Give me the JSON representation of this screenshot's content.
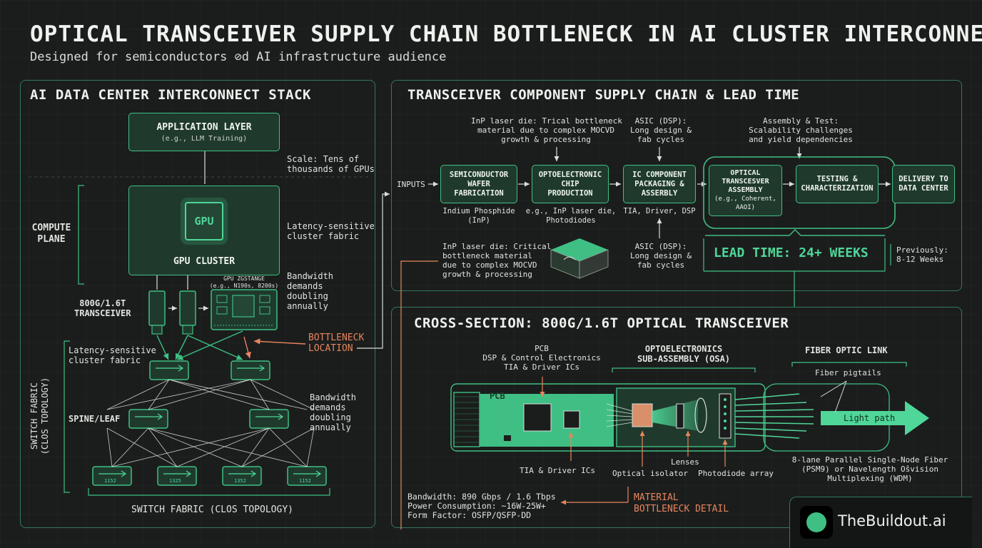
{
  "header": {
    "title": "OPTICAL TRANSCEIVER SUPPLY CHAIN BOTTLENECK IN AI CLUSTER INTERCONNECT",
    "subtitle": "Designed for semiconductors ⊘d AI infrastructure audience"
  },
  "left_panel": {
    "title": "AI DATA CENTER INTERCONNECT STACK",
    "app_layer_title": "APPLICATION LAYER",
    "app_layer_sub": "(e.g., LLM Training)",
    "scale_1": "Scale: Tens of",
    "scale_2": "thousands of GPUs",
    "compute_plane_1": "COMPUTE",
    "compute_plane_2": "PLANE",
    "gpu_chip": "GPU",
    "gpu_cluster": "GPU CLUSTER",
    "latency_1": "Latency-sensitive",
    "latency_2": "cluster fabric",
    "bandwidth_1": "Bandwidth",
    "bandwidth_2": "demands",
    "bandwidth_3": "doubling",
    "bandwidth_4": "annually",
    "transceiver_1": "800G/1.6T",
    "transceiver_2": "TRANSCEIVER",
    "gpu_storage_1": "GPU ZGSTANGE",
    "gpu_storage_2": "(e.g., N190s, 8200s)",
    "bottleneck_1": "BOTTLENECK",
    "bottleneck_2": "LOCATION",
    "latency_b_1": "Latency-sensitive",
    "latency_b_2": "cluster fabric",
    "bandwidth_b_1": "Bandwidth",
    "bandwidth_b_2": "demands",
    "bandwidth_b_3": "doubling",
    "bandwidth_b_4": "annually",
    "spine_leaf": "SPINE/LEAF",
    "switch_vertical_1": "SWITCH FABRIC",
    "switch_vertical_2": "(CLOS TOPOLOGY)",
    "switch_caption": "SWITCH FABRIC (CLOS TOPOLOGY)",
    "leaf_labels": [
      "1152",
      "1325",
      "1352",
      "1152"
    ]
  },
  "supply_panel": {
    "title": "TRANSCEIVER COMPONENT SUPPLY CHAIN & LEAD TIME",
    "inputs": "INPUTS",
    "note_top_1": "InP laser die: Trical bottleneck",
    "note_top_2": "material due to complex MOCVD",
    "note_top_3": "growth & processing",
    "asic_top_1": "ASIC (DSP):",
    "asic_top_2": "Long design &",
    "asic_top_3": "fab cycles",
    "assembly_note_1": "Assembly & Test:",
    "assembly_note_2": "Scalability challenges",
    "assembly_note_3": "and yield dependencies",
    "step1": [
      "SEMICONDUCTOR",
      "WAFER",
      "FABRICATION"
    ],
    "step1_sub_1": "Indium Phosphide",
    "step1_sub_2": "(InP)",
    "step2": [
      "OPTOELECTRONIC",
      "CHIP",
      "PRODUCTION"
    ],
    "step2_sub_1": "e.g., InP laser die,",
    "step2_sub_2": "Photodiodes",
    "step3": [
      "IC COMPONENT",
      "PACKAGING &",
      "ASSERBLY"
    ],
    "step3_sub": "TIA, Driver, DSP",
    "step4": [
      "OPTICAL",
      "TRANSCESVER",
      "ASSEMBLY",
      "(e.g., Coherent,",
      "AAOI)"
    ],
    "step5": [
      "TESTING &",
      "CHARACTERIZATION"
    ],
    "step6": [
      "DELIVERY TO",
      "DATA CENTER"
    ],
    "note_bottom_1": "InP laser die: Critical",
    "note_bottom_2": "bottleneck material",
    "note_bottom_3": "due to complex MOCVD",
    "note_bottom_4": "growth & processing",
    "asic_bottom_1": "ASIC (DSP):",
    "asic_bottom_2": "Long design &",
    "asic_bottom_3": "fab cycles",
    "lead_time": "LEAD TIME: 24+ WEEKS",
    "previously_1": "Previously:",
    "previously_2": "8-12 Weeks"
  },
  "cross_panel": {
    "title": "CROSS-SECTION: 800G/1.6T OPTICAL TRANSCEIVER",
    "pcb_head": "PCB",
    "pcb_sub_1": "DSP & Control Electronics",
    "pcb_sub_2": "TIA & Driver ICs",
    "osa_head_1": "OPTOELECTRONICS",
    "osa_head_2": "SUB-ASSEMBLY (OSA)",
    "fiber_head": "FIBER OPTIC LINK",
    "fiber_pigtails": "Fiber pigtails",
    "pcb_label": "PCB",
    "light_path": "Light path",
    "lenses": "Lenses",
    "tia_driver": "TIA & Driver ICs",
    "optical_isolator": "Optical isolator",
    "photodiode_array": "Photodiode array",
    "fiber_note_1": "8-lane Parallel Single-Node Fiber",
    "fiber_note_2": "(PSM9) or Navelength Oŝvision",
    "fiber_note_3": "Multiplexing (WDM)",
    "spec_bandwidth": "Bandwidth: 890 Gbps / 1.6 Tbps",
    "spec_power": "Power Consumption: ~16W-25W+",
    "spec_form": "Form Factor: OSFP/QSFP-DD",
    "material_1": "MATERIAL",
    "material_2": "BOTTLENECK DETAIL"
  },
  "brand": {
    "name": "TheBuildout.ai"
  },
  "colors": {
    "accent_green": "#3fbf84",
    "bottleneck_orange": "#e8855d",
    "background": "#1b1d1c"
  }
}
